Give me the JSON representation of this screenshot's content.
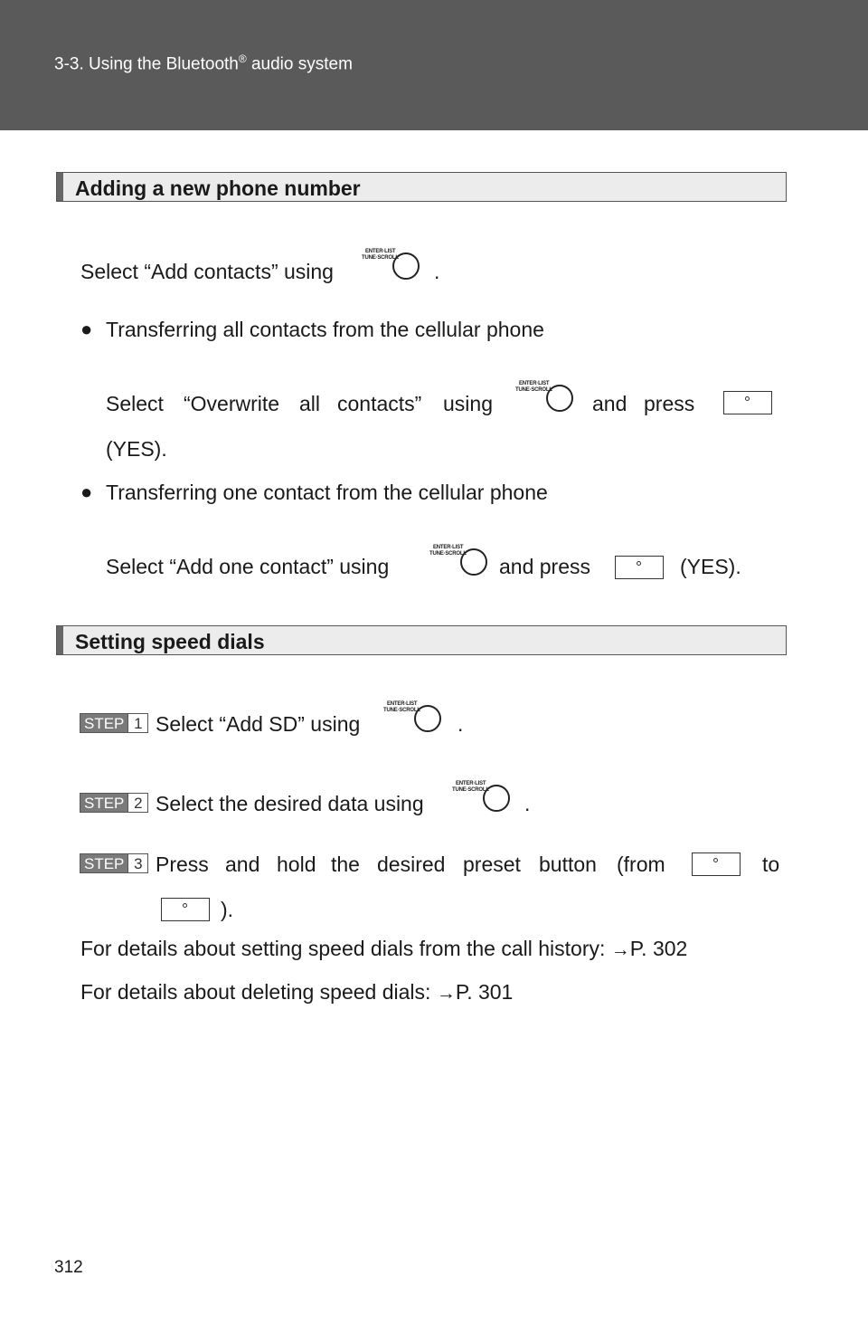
{
  "header": {
    "title_prefix": "3-3. Using the Bluetooth",
    "reg": "®",
    "title_suffix": " audio system"
  },
  "section1": {
    "title": "Adding a new phone number",
    "intro_pre": "Select “Add contacts” using",
    "intro_post": ".",
    "bullet": "●",
    "b1_title": "Transferring all contacts from the cellular phone",
    "b1_a": "Select",
    "b1_b": "“Overwrite",
    "b1_c": "all",
    "b1_d": "contacts”",
    "b1_e": "using",
    "b1_f": "and",
    "b1_g": "press",
    "b1_yes": "(YES).",
    "b2_title": "Transferring one contact from the cellular phone",
    "b2_pre": "Select “Add one contact” using",
    "b2_mid": "and press",
    "b2_post": "(YES)."
  },
  "section2": {
    "title": "Setting speed dials",
    "step_word": "STEP",
    "step1_num": "1",
    "step1_pre": "Select “Add SD” using",
    "step1_post": ".",
    "step2_num": "2",
    "step2_pre": "Select the desired data using",
    "step2_post": ".",
    "step3_num": "3",
    "step3_a": "Press",
    "step3_b": "and",
    "step3_c": "hold",
    "step3_d": "the",
    "step3_e": "desired",
    "step3_f": "preset",
    "step3_g": "button",
    "step3_h": "(from",
    "step3_i": "to",
    "step3_end": ").",
    "note1_pre": "For details about setting speed dials from the call history:",
    "note1_arrow": "→",
    "note1_post": "P. 302",
    "note2_pre": "For details about deleting speed dials:",
    "note2_arrow": "→",
    "note2_post": "P. 301"
  },
  "knob": {
    "label_top": "ENTER·LIST",
    "label_bottom": "TUNE·SCROLL"
  },
  "page_number": "312"
}
